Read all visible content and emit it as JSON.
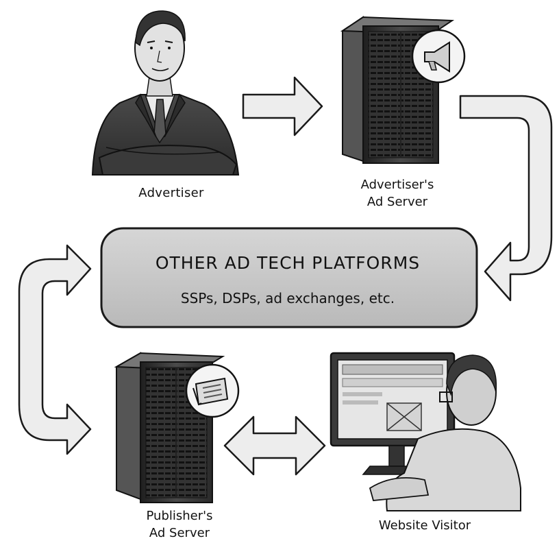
{
  "nodes": {
    "advertiser": {
      "label": "Advertiser",
      "icon": "businessman-icon"
    },
    "advertiser_ad_server": {
      "label_lines": [
        "Advertiser's",
        "Ad Server"
      ],
      "icon": "server-megaphone-icon"
    },
    "publisher_ad_server": {
      "label_lines": [
        "Publisher's",
        "Ad Server"
      ],
      "icon": "server-newspaper-icon"
    },
    "website_visitor": {
      "label": "Website Visitor",
      "icon": "computer-user-icon"
    }
  },
  "center_box": {
    "title": "OTHER AD TECH PLATFORMS",
    "subtitle": "SSPs, DSPs, ad exchanges, etc."
  },
  "colors": {
    "ink": "#1a1a1a",
    "arrow_fill": "#eeeeee",
    "box_fill": "#c9c9c9",
    "server_dark": "#2e2e2e"
  }
}
